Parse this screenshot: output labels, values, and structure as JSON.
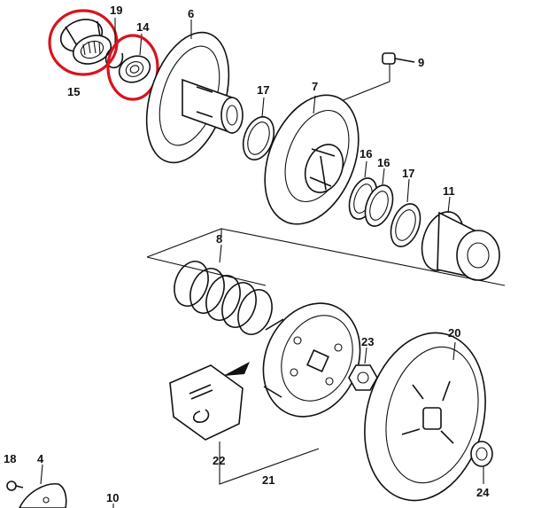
{
  "diagram": {
    "highlight_color": "#d7141f",
    "callouts": [
      {
        "id": "c15",
        "label": "15"
      },
      {
        "id": "c19",
        "label": "19"
      },
      {
        "id": "c14",
        "label": "14"
      },
      {
        "id": "c6",
        "label": "6"
      },
      {
        "id": "c9",
        "label": "9"
      },
      {
        "id": "c17a",
        "label": "17"
      },
      {
        "id": "c7",
        "label": "7"
      },
      {
        "id": "c16a",
        "label": "16"
      },
      {
        "id": "c16b",
        "label": "16"
      },
      {
        "id": "c17b",
        "label": "17"
      },
      {
        "id": "c11",
        "label": "11"
      },
      {
        "id": "c8",
        "label": "8"
      },
      {
        "id": "c23",
        "label": "23"
      },
      {
        "id": "c20",
        "label": "20"
      },
      {
        "id": "c22",
        "label": "22"
      },
      {
        "id": "c21",
        "label": "21"
      },
      {
        "id": "c18",
        "label": "18"
      },
      {
        "id": "c4",
        "label": "4"
      },
      {
        "id": "c10",
        "label": "10"
      },
      {
        "id": "c24",
        "label": "24"
      }
    ],
    "highlighted_parts": [
      "15",
      "14"
    ]
  }
}
